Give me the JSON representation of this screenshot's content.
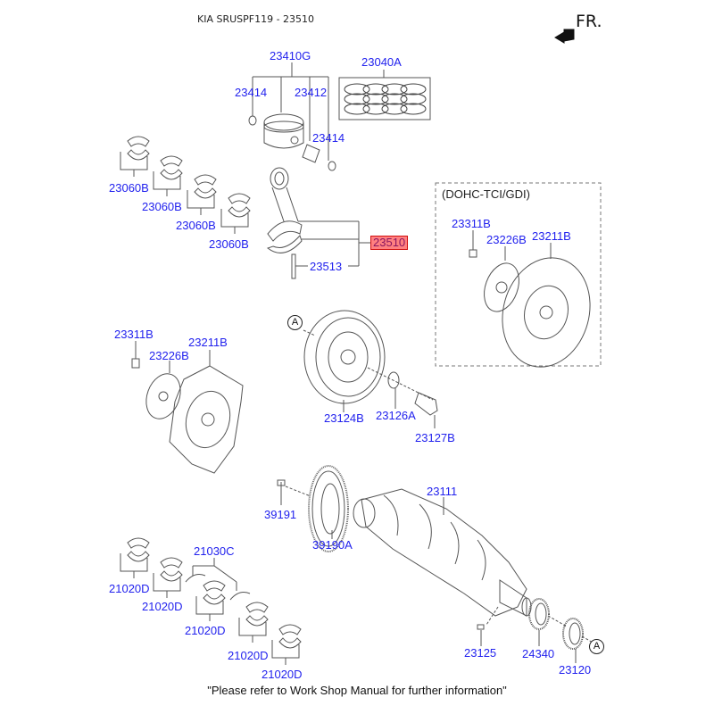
{
  "header": {
    "title": "KIA SRUSPF119 - 23510",
    "direction_label": "FR.",
    "direction_icon": "front-arrow-icon"
  },
  "highlight_color": "#ff8080",
  "label_color": "#2222ee",
  "groups": {
    "dohc_box_label": "(DOHC-TCI/GDI)"
  },
  "callout_ref": "A",
  "parts": {
    "piston_assy": "23410G",
    "piston_ring_set": "23040A",
    "snap_ring_left": "23414",
    "piston_pin": "23412",
    "snap_ring_right": "23414",
    "conrod_bearing_1": "23060B",
    "conrod_bearing_2": "23060B",
    "conrod_bearing_3": "23060B",
    "conrod_bearing_4": "23060B",
    "connecting_rod_assy": "23510",
    "conrod_bolt": "23513",
    "dohc_flywheel_bolt": "23311B",
    "dohc_adapter_plate": "23226B",
    "dohc_drive_plate": "23211B",
    "flywheel_bolt": "23311B",
    "adapter_plate": "23226B",
    "drive_plate": "23211B",
    "damper_pulley": "23124B",
    "pulley_washer": "23126A",
    "pulley_bolt": "23127B",
    "crankshaft": "23111",
    "ring_gear_bolt": "39191",
    "ring_gear": "39190A",
    "thrust_bearing": "21030C",
    "main_bearing_1": "21020D",
    "main_bearing_2": "21020D",
    "main_bearing_3": "21020D",
    "main_bearing_4": "21020D",
    "main_bearing_5": "21020D",
    "woodruff_key": "23125",
    "timing_sprocket": "24340",
    "crank_sprocket": "23120"
  },
  "footer": {
    "note": "\"Please refer to Work Shop Manual for further information\""
  }
}
